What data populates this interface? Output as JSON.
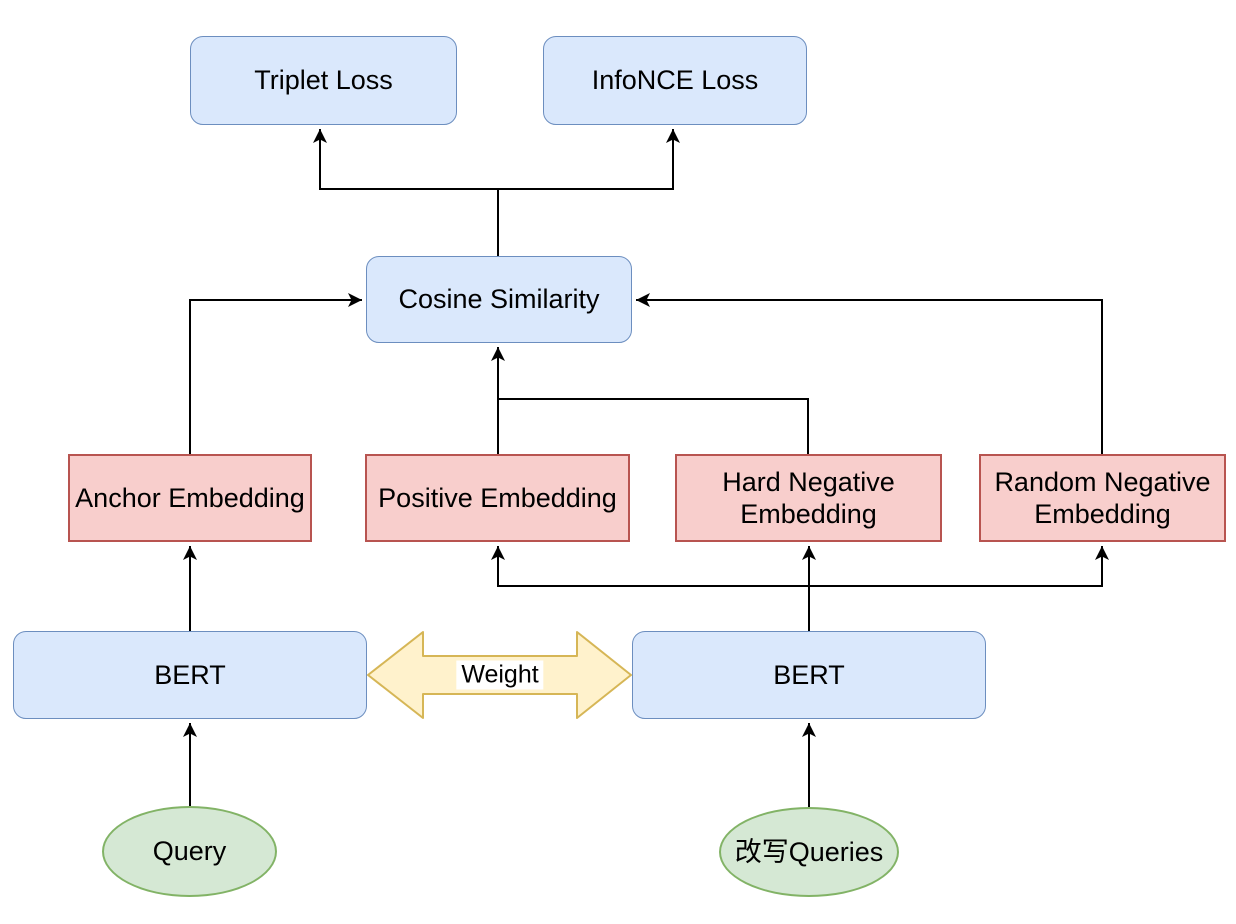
{
  "diagram": {
    "title": "Embedding training diagram (dual BERT with triplet / InfoNCE losses)",
    "nodes": {
      "triplet_loss": {
        "label": "Triplet Loss",
        "shape": "rounded-rect",
        "fill": "#dae8fc",
        "stroke": "#6c8ebf"
      },
      "infonce_loss": {
        "label": "InfoNCE Loss",
        "shape": "rounded-rect",
        "fill": "#dae8fc",
        "stroke": "#6c8ebf"
      },
      "cosine_similarity": {
        "label": "Cosine Similarity",
        "shape": "rounded-rect",
        "fill": "#dae8fc",
        "stroke": "#6c8ebf"
      },
      "anchor_embedding": {
        "label": "Anchor Embedding",
        "shape": "rect",
        "fill": "#f8cecc",
        "stroke": "#b85450"
      },
      "positive_embedding": {
        "label": "Positive Embedding",
        "shape": "rect",
        "fill": "#f8cecc",
        "stroke": "#b85450"
      },
      "hard_negative_embedding": {
        "label": "Hard Negative Embedding",
        "shape": "rect",
        "fill": "#f8cecc",
        "stroke": "#b85450"
      },
      "random_negative_embedding": {
        "label": "Random Negative Embedding",
        "shape": "rect",
        "fill": "#f8cecc",
        "stroke": "#b85450"
      },
      "bert_left": {
        "label": "BERT",
        "shape": "rounded-rect",
        "fill": "#dae8fc",
        "stroke": "#6c8ebf"
      },
      "bert_right": {
        "label": "BERT",
        "shape": "rounded-rect",
        "fill": "#dae8fc",
        "stroke": "#6c8ebf"
      },
      "query": {
        "label": "Query",
        "shape": "ellipse",
        "fill": "#d5e8d4",
        "stroke": "#82b366"
      },
      "rewritten_queries": {
        "label": "改写Queries",
        "shape": "ellipse",
        "fill": "#d5e8d4",
        "stroke": "#82b366"
      },
      "weight": {
        "label": "Weight",
        "shape": "double-arrow",
        "fill": "#fff2cc",
        "stroke": "#d6b656"
      }
    },
    "edges": [
      {
        "from": "cosine_similarity",
        "to": "triplet_loss"
      },
      {
        "from": "cosine_similarity",
        "to": "infonce_loss"
      },
      {
        "from": "anchor_embedding",
        "to": "cosine_similarity"
      },
      {
        "from": "positive_embedding",
        "to": "cosine_similarity"
      },
      {
        "from": "hard_negative_embedding",
        "to": "cosine_similarity"
      },
      {
        "from": "random_negative_embedding",
        "to": "cosine_similarity"
      },
      {
        "from": "bert_left",
        "to": "anchor_embedding"
      },
      {
        "from": "bert_right",
        "to": "positive_embedding"
      },
      {
        "from": "bert_right",
        "to": "hard_negative_embedding"
      },
      {
        "from": "bert_right",
        "to": "random_negative_embedding"
      },
      {
        "from": "query",
        "to": "bert_left"
      },
      {
        "from": "rewritten_queries",
        "to": "bert_right"
      },
      {
        "from": "bert_left",
        "to": "bert_right",
        "label": "Weight",
        "type": "bidirectional"
      }
    ],
    "colors": {
      "background": "#ffffff",
      "line": "#000000",
      "text": "#000000",
      "blue_fill": "#dae8fc",
      "blue_stroke": "#6c8ebf",
      "red_fill": "#f8cecc",
      "red_stroke": "#b85450",
      "green_fill": "#d5e8d4",
      "green_stroke": "#82b366",
      "yellow_fill": "#fff2cc",
      "yellow_stroke": "#d6b656"
    }
  }
}
